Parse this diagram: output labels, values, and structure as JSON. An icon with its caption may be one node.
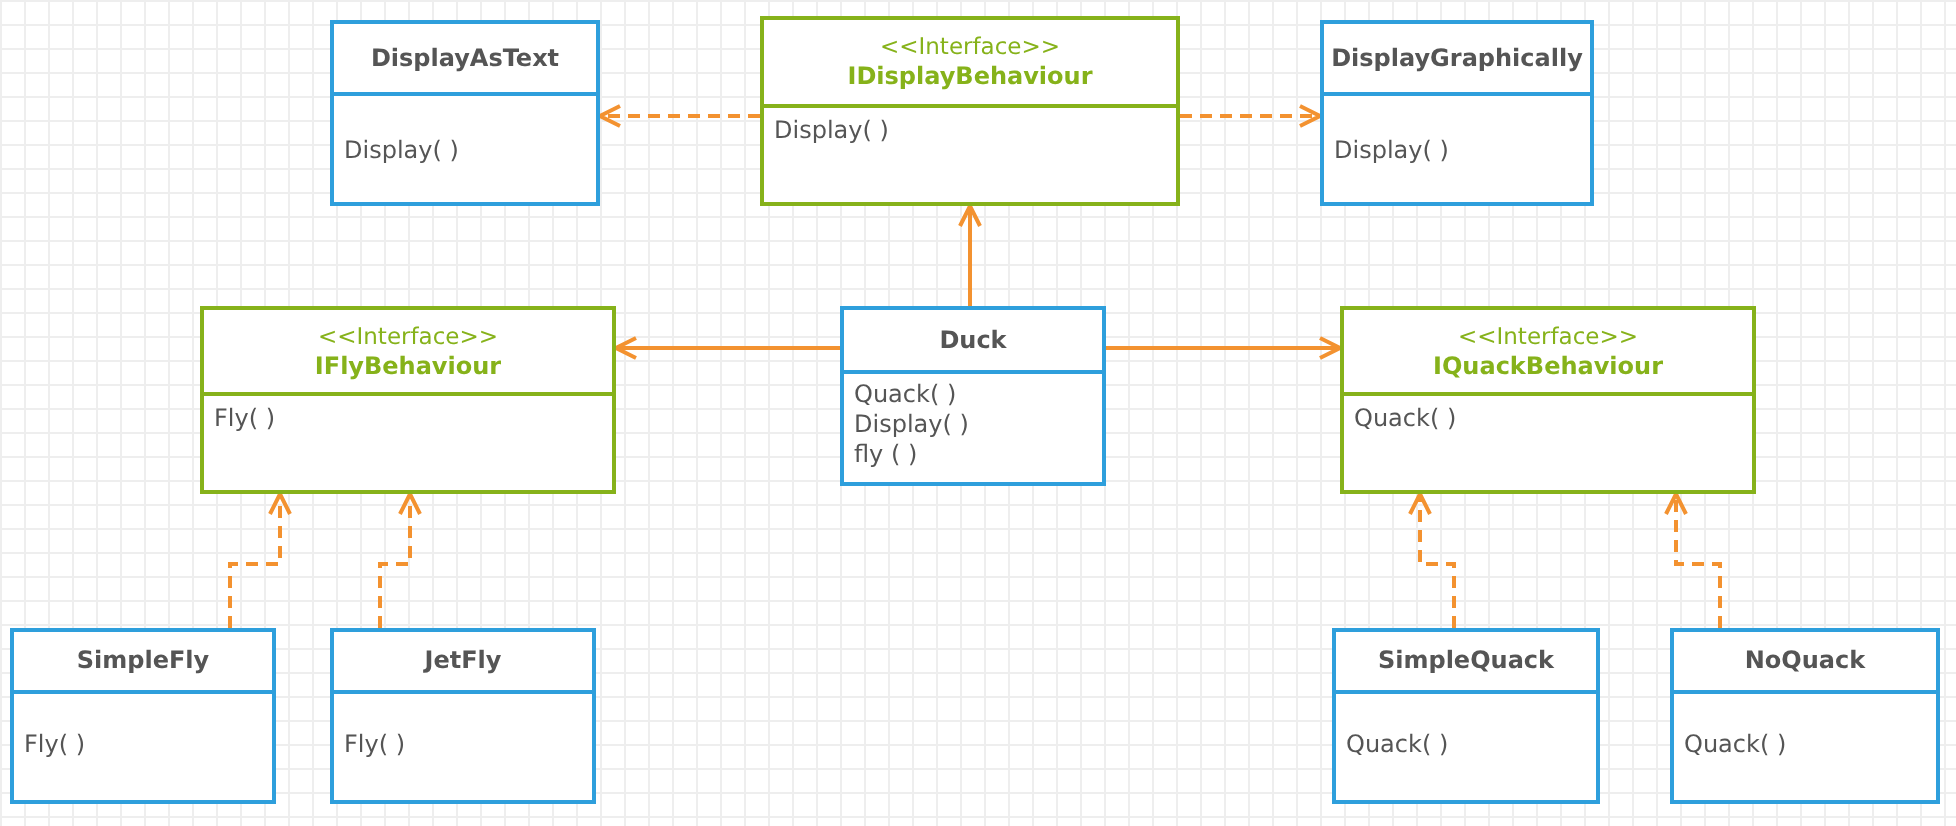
{
  "diagram": {
    "nodes": [
      {
        "text": [
          "DisplayAsText",
          "Display( )"
        ]
      },
      {
        "text": [
          "<<Interface>>",
          "IDisplayBehaviour",
          "Display( )"
        ]
      },
      {
        "text": [
          "DisplayGraphically",
          "Display( )"
        ]
      },
      {
        "text": [
          "<<Interface>>",
          "IFlyBehaviour",
          "Fly( )"
        ]
      },
      {
        "text": [
          "Duck",
          "Quack( )",
          "Display( )",
          "fly ( )"
        ]
      },
      {
        "text": [
          "<<Interface>>",
          "IQuackBehaviour",
          "Quack( )"
        ]
      },
      {
        "text": [
          "SimpleFly",
          "Fly( )"
        ]
      },
      {
        "text": [
          "JetFly",
          "Fly( )"
        ]
      },
      {
        "text": [
          "SimpleQuack",
          "Quack( )"
        ]
      },
      {
        "text": [
          "NoQuack",
          "Quack( )"
        ]
      }
    ],
    "edges": [
      {
        "from": 1,
        "to": 0,
        "arrow": "to",
        "style": "dashed"
      },
      {
        "from": 1,
        "to": 2,
        "arrow": "to",
        "style": "dashed"
      },
      {
        "from": 4,
        "to": 1,
        "arrow": "to"
      },
      {
        "from": 4,
        "to": 3,
        "arrow": "to"
      },
      {
        "from": 4,
        "to": 5,
        "arrow": "to"
      },
      {
        "from": 6,
        "to": 3,
        "arrow": "to",
        "style": "dashed"
      },
      {
        "from": 7,
        "to": 3,
        "arrow": "to",
        "style": "dashed"
      },
      {
        "from": 8,
        "to": 5,
        "arrow": "to",
        "style": "dashed"
      },
      {
        "from": 9,
        "to": 5,
        "arrow": "to",
        "style": "dashed"
      }
    ]
  }
}
